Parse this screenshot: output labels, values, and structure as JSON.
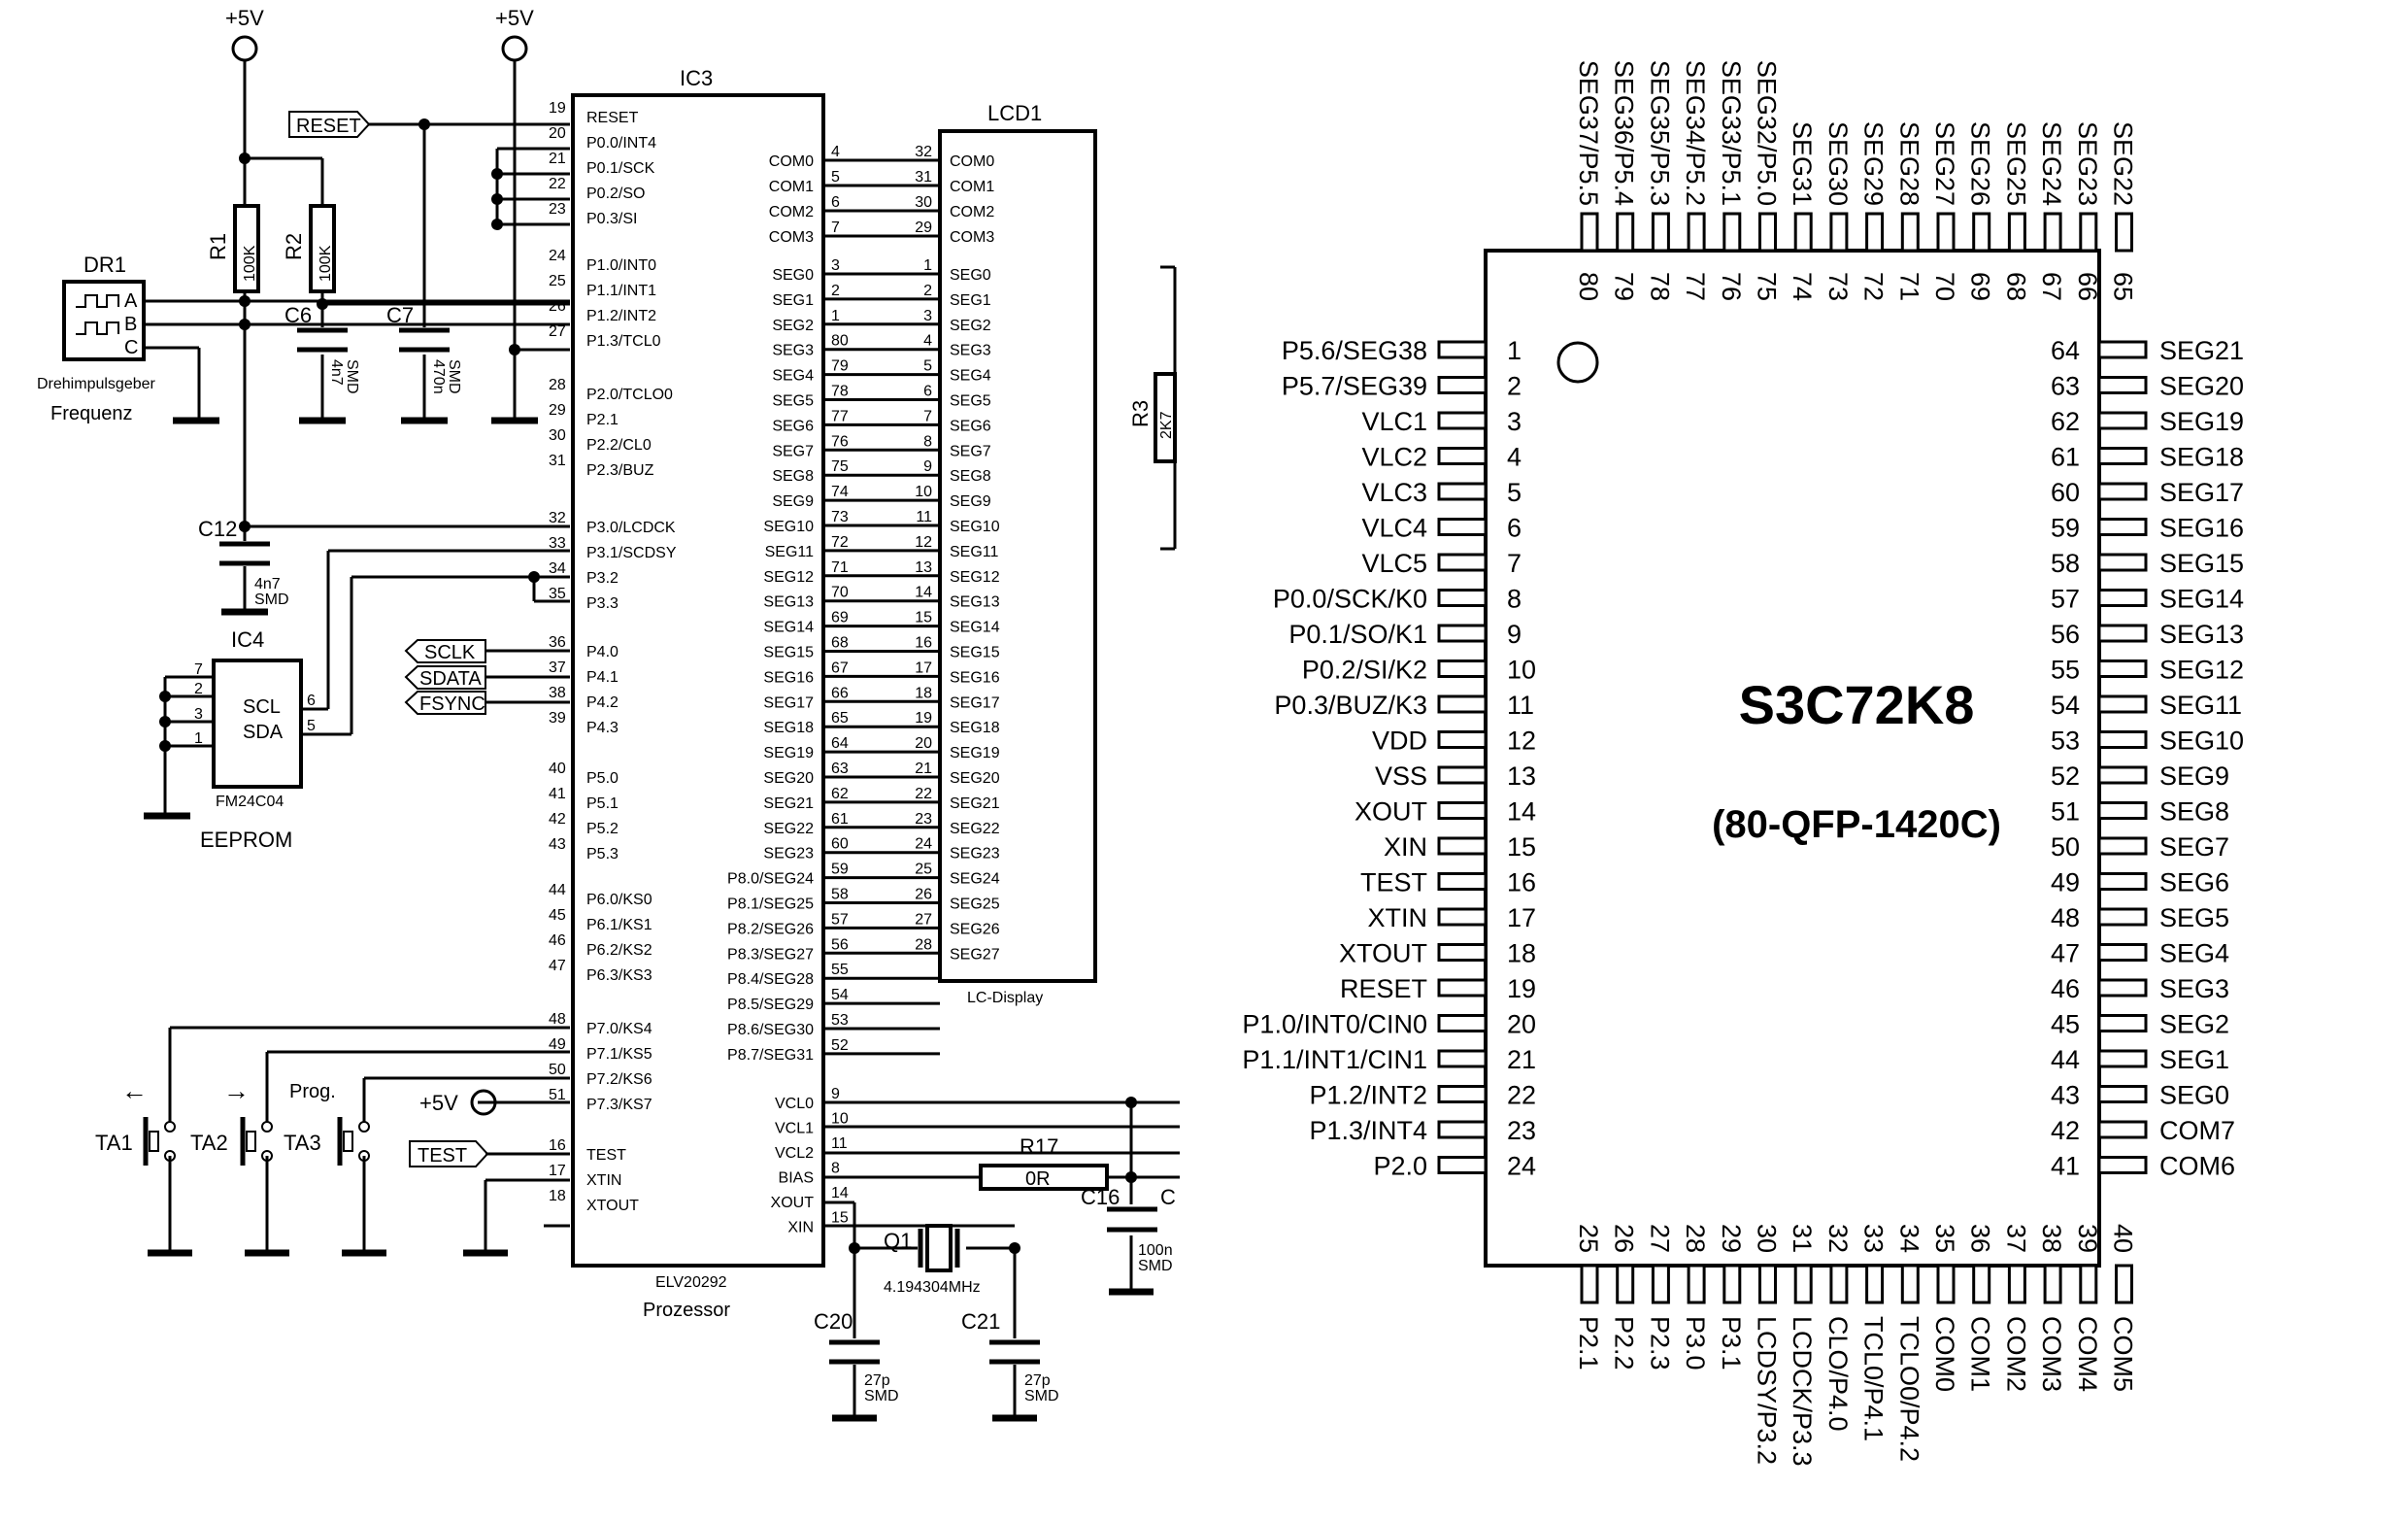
{
  "left": {
    "supply": [
      "+5V",
      "+5V",
      "+5V"
    ],
    "reset_flag": "RESET",
    "sclk_flag": "SCLK",
    "sdata_flag": "SDATA",
    "fsync_flag": "FSYNC",
    "test_flag": "TEST",
    "dr1": {
      "ref": "DR1",
      "desc1": "Drehimpulsgeber",
      "desc2": "Frequenz",
      "pins": [
        "A",
        "B",
        "C"
      ]
    },
    "r1": {
      "ref": "R1",
      "value": "100K"
    },
    "r2": {
      "ref": "R2",
      "value": "100K"
    },
    "c6": {
      "ref": "C6",
      "value": "4n7",
      "pkg": "SMD"
    },
    "c7": {
      "ref": "C7",
      "value": "470n",
      "pkg": "SMD"
    },
    "c12": {
      "ref": "C12",
      "value": "4n7",
      "pkg": "SMD"
    },
    "ic4": {
      "ref": "IC4",
      "part": "FM24C04",
      "name": "EEPROM",
      "pin_scl": "SCL",
      "pin_sda": "SDA",
      "pins_left": [
        "7",
        "2",
        "3",
        "1"
      ],
      "pin6": "6",
      "pin5": "5"
    },
    "keys": {
      "left_arrow": "←",
      "right_arrow": "→",
      "prog": "Prog.",
      "ta1": "TA1",
      "ta2": "TA2",
      "ta3": "TA3"
    },
    "ic3": {
      "ref": "IC3",
      "part": "ELV20292",
      "name": "Prozessor",
      "left_pins": [
        {
          "n": "19",
          "l": "RESET"
        },
        {
          "n": "20",
          "l": "P0.0/INT4"
        },
        {
          "n": "21",
          "l": "P0.1/SCK"
        },
        {
          "n": "22",
          "l": "P0.2/SO"
        },
        {
          "n": "23",
          "l": "P0.3/SI"
        },
        {
          "n": "24",
          "l": "P1.0/INT0"
        },
        {
          "n": "25",
          "l": "P1.1/INT1"
        },
        {
          "n": "26",
          "l": "P1.2/INT2"
        },
        {
          "n": "27",
          "l": "P1.3/TCL0"
        },
        {
          "n": "28",
          "l": "P2.0/TCLO0"
        },
        {
          "n": "29",
          "l": "P2.1"
        },
        {
          "n": "30",
          "l": "P2.2/CL0"
        },
        {
          "n": "31",
          "l": "P2.3/BUZ"
        },
        {
          "n": "32",
          "l": "P3.0/LCDCK"
        },
        {
          "n": "33",
          "l": "P3.1/SCDSY"
        },
        {
          "n": "34",
          "l": "P3.2"
        },
        {
          "n": "35",
          "l": "P3.3"
        },
        {
          "n": "36",
          "l": "P4.0"
        },
        {
          "n": "37",
          "l": "P4.1"
        },
        {
          "n": "38",
          "l": "P4.2"
        },
        {
          "n": "39",
          "l": "P4.3"
        },
        {
          "n": "40",
          "l": "P5.0"
        },
        {
          "n": "41",
          "l": "P5.1"
        },
        {
          "n": "42",
          "l": "P5.2"
        },
        {
          "n": "43",
          "l": "P5.3"
        },
        {
          "n": "44",
          "l": "P6.0/KS0"
        },
        {
          "n": "45",
          "l": "P6.1/KS1"
        },
        {
          "n": "46",
          "l": "P6.2/KS2"
        },
        {
          "n": "47",
          "l": "P6.3/KS3"
        },
        {
          "n": "48",
          "l": "P7.0/KS4"
        },
        {
          "n": "49",
          "l": "P7.1/KS5"
        },
        {
          "n": "50",
          "l": "P7.2/KS6"
        },
        {
          "n": "51",
          "l": "P7.3/KS7"
        },
        {
          "n": "16",
          "l": "TEST"
        },
        {
          "n": "17",
          "l": "XTIN"
        },
        {
          "n": "18",
          "l": "XTOUT"
        }
      ],
      "right_pins": [
        {
          "n": "4",
          "l": "COM0"
        },
        {
          "n": "5",
          "l": "COM1"
        },
        {
          "n": "6",
          "l": "COM2"
        },
        {
          "n": "7",
          "l": "COM3"
        },
        {
          "n": "3",
          "l": "SEG0"
        },
        {
          "n": "2",
          "l": "SEG1"
        },
        {
          "n": "1",
          "l": "SEG2"
        },
        {
          "n": "80",
          "l": "SEG3"
        },
        {
          "n": "79",
          "l": "SEG4"
        },
        {
          "n": "78",
          "l": "SEG5"
        },
        {
          "n": "77",
          "l": "SEG6"
        },
        {
          "n": "76",
          "l": "SEG7"
        },
        {
          "n": "75",
          "l": "SEG8"
        },
        {
          "n": "74",
          "l": "SEG9"
        },
        {
          "n": "73",
          "l": "SEG10"
        },
        {
          "n": "72",
          "l": "SEG11"
        },
        {
          "n": "71",
          "l": "SEG12"
        },
        {
          "n": "70",
          "l": "SEG13"
        },
        {
          "n": "69",
          "l": "SEG14"
        },
        {
          "n": "68",
          "l": "SEG15"
        },
        {
          "n": "67",
          "l": "SEG16"
        },
        {
          "n": "66",
          "l": "SEG17"
        },
        {
          "n": "65",
          "l": "SEG18"
        },
        {
          "n": "64",
          "l": "SEG19"
        },
        {
          "n": "63",
          "l": "SEG20"
        },
        {
          "n": "62",
          "l": "SEG21"
        },
        {
          "n": "61",
          "l": "SEG22"
        },
        {
          "n": "60",
          "l": "SEG23"
        },
        {
          "n": "59",
          "l": "P8.0/SEG24"
        },
        {
          "n": "58",
          "l": "P8.1/SEG25"
        },
        {
          "n": "57",
          "l": "P8.2/SEG26"
        },
        {
          "n": "56",
          "l": "P8.3/SEG27"
        },
        {
          "n": "55",
          "l": "P8.4/SEG28"
        },
        {
          "n": "54",
          "l": "P8.5/SEG29"
        },
        {
          "n": "53",
          "l": "P8.6/SEG30"
        },
        {
          "n": "52",
          "l": "P8.7/SEG31"
        },
        {
          "n": "9",
          "l": "VCL0"
        },
        {
          "n": "10",
          "l": "VCL1"
        },
        {
          "n": "11",
          "l": "VCL2"
        },
        {
          "n": "8",
          "l": "BIAS"
        },
        {
          "n": "14",
          "l": "XOUT"
        },
        {
          "n": "15",
          "l": "XIN"
        }
      ]
    },
    "lcd1": {
      "ref": "LCD1",
      "part": "LC-Display",
      "pins": [
        {
          "n": "32",
          "l": "COM0"
        },
        {
          "n": "31",
          "l": "COM1"
        },
        {
          "n": "30",
          "l": "COM2"
        },
        {
          "n": "29",
          "l": "COM3"
        },
        {
          "n": "1",
          "l": "SEG0"
        },
        {
          "n": "2",
          "l": "SEG1"
        },
        {
          "n": "3",
          "l": "SEG2"
        },
        {
          "n": "4",
          "l": "SEG3"
        },
        {
          "n": "5",
          "l": "SEG4"
        },
        {
          "n": "6",
          "l": "SEG5"
        },
        {
          "n": "7",
          "l": "SEG6"
        },
        {
          "n": "8",
          "l": "SEG7"
        },
        {
          "n": "9",
          "l": "SEG8"
        },
        {
          "n": "10",
          "l": "SEG9"
        },
        {
          "n": "11",
          "l": "SEG10"
        },
        {
          "n": "12",
          "l": "SEG11"
        },
        {
          "n": "13",
          "l": "SEG12"
        },
        {
          "n": "14",
          "l": "SEG13"
        },
        {
          "n": "15",
          "l": "SEG14"
        },
        {
          "n": "16",
          "l": "SEG15"
        },
        {
          "n": "17",
          "l": "SEG16"
        },
        {
          "n": "18",
          "l": "SEG17"
        },
        {
          "n": "19",
          "l": "SEG18"
        },
        {
          "n": "20",
          "l": "SEG19"
        },
        {
          "n": "21",
          "l": "SEG20"
        },
        {
          "n": "22",
          "l": "SEG21"
        },
        {
          "n": "23",
          "l": "SEG22"
        },
        {
          "n": "24",
          "l": "SEG23"
        },
        {
          "n": "25",
          "l": "SEG24"
        },
        {
          "n": "26",
          "l": "SEG25"
        },
        {
          "n": "27",
          "l": "SEG26"
        },
        {
          "n": "28",
          "l": "SEG27"
        }
      ]
    },
    "r17": {
      "ref": "R17",
      "value": "0R"
    },
    "c16": {
      "ref": "C16",
      "value": "100n",
      "pkg": "SMD",
      "partial": "C"
    },
    "r3": {
      "ref": "R3",
      "value": "2K7"
    },
    "q1": {
      "ref": "Q1",
      "value": "4.194304MHz"
    },
    "c20": {
      "ref": "C20",
      "value": "27p",
      "pkg": "SMD"
    },
    "c21": {
      "ref": "C21",
      "value": "27p",
      "pkg": "SMD"
    }
  },
  "right": {
    "chip_name": "S3C72K8",
    "package": "(80-QFP-1420C)",
    "left_side": [
      {
        "n": "1",
        "l": "P5.6/SEG38"
      },
      {
        "n": "2",
        "l": "P5.7/SEG39"
      },
      {
        "n": "3",
        "l": "VLC1"
      },
      {
        "n": "4",
        "l": "VLC2"
      },
      {
        "n": "5",
        "l": "VLC3"
      },
      {
        "n": "6",
        "l": "VLC4"
      },
      {
        "n": "7",
        "l": "VLC5"
      },
      {
        "n": "8",
        "l": "P0.0/SCK/K0"
      },
      {
        "n": "9",
        "l": "P0.1/SO/K1"
      },
      {
        "n": "10",
        "l": "P0.2/SI/K2"
      },
      {
        "n": "11",
        "l": "P0.3/BUZ/K3"
      },
      {
        "n": "12",
        "l": "VDD"
      },
      {
        "n": "13",
        "l": "VSS"
      },
      {
        "n": "14",
        "l": "XOUT"
      },
      {
        "n": "15",
        "l": "XIN"
      },
      {
        "n": "16",
        "l": "TEST"
      },
      {
        "n": "17",
        "l": "XTIN"
      },
      {
        "n": "18",
        "l": "XTOUT"
      },
      {
        "n": "19",
        "l": "RESET"
      },
      {
        "n": "20",
        "l": "P1.0/INT0/CIN0"
      },
      {
        "n": "21",
        "l": "P1.1/INT1/CIN1"
      },
      {
        "n": "22",
        "l": "P1.2/INT2"
      },
      {
        "n": "23",
        "l": "P1.3/INT4"
      },
      {
        "n": "24",
        "l": "P2.0"
      }
    ],
    "right_side": [
      {
        "n": "64",
        "l": "SEG21"
      },
      {
        "n": "63",
        "l": "SEG20"
      },
      {
        "n": "62",
        "l": "SEG19"
      },
      {
        "n": "61",
        "l": "SEG18"
      },
      {
        "n": "60",
        "l": "SEG17"
      },
      {
        "n": "59",
        "l": "SEG16"
      },
      {
        "n": "58",
        "l": "SEG15"
      },
      {
        "n": "57",
        "l": "SEG14"
      },
      {
        "n": "56",
        "l": "SEG13"
      },
      {
        "n": "55",
        "l": "SEG12"
      },
      {
        "n": "54",
        "l": "SEG11"
      },
      {
        "n": "53",
        "l": "SEG10"
      },
      {
        "n": "52",
        "l": "SEG9"
      },
      {
        "n": "51",
        "l": "SEG8"
      },
      {
        "n": "50",
        "l": "SEG7"
      },
      {
        "n": "49",
        "l": "SEG6"
      },
      {
        "n": "48",
        "l": "SEG5"
      },
      {
        "n": "47",
        "l": "SEG4"
      },
      {
        "n": "46",
        "l": "SEG3"
      },
      {
        "n": "45",
        "l": "SEG2"
      },
      {
        "n": "44",
        "l": "SEG1"
      },
      {
        "n": "43",
        "l": "SEG0"
      },
      {
        "n": "42",
        "l": "COM7"
      },
      {
        "n": "41",
        "l": "COM6"
      }
    ],
    "top_side": [
      {
        "n": "80",
        "l": "SEG37/P5.5"
      },
      {
        "n": "79",
        "l": "SEG36/P5.4"
      },
      {
        "n": "78",
        "l": "SEG35/P5.3"
      },
      {
        "n": "77",
        "l": "SEG34/P5.2"
      },
      {
        "n": "76",
        "l": "SEG33/P5.1"
      },
      {
        "n": "75",
        "l": "SEG32/P5.0"
      },
      {
        "n": "74",
        "l": "SEG31"
      },
      {
        "n": "73",
        "l": "SEG30"
      },
      {
        "n": "72",
        "l": "SEG29"
      },
      {
        "n": "71",
        "l": "SEG28"
      },
      {
        "n": "70",
        "l": "SEG27"
      },
      {
        "n": "69",
        "l": "SEG26"
      },
      {
        "n": "68",
        "l": "SEG25"
      },
      {
        "n": "67",
        "l": "SEG24"
      },
      {
        "n": "66",
        "l": "SEG23"
      },
      {
        "n": "65",
        "l": "SEG22"
      }
    ],
    "bottom_side": [
      {
        "n": "25",
        "l": "P2.1"
      },
      {
        "n": "26",
        "l": "P2.2"
      },
      {
        "n": "27",
        "l": "P2.3"
      },
      {
        "n": "28",
        "l": "P3.0"
      },
      {
        "n": "29",
        "l": "P3.1"
      },
      {
        "n": "30",
        "l": "LCDSY/P3.2"
      },
      {
        "n": "31",
        "l": "LCDCK/P3.3"
      },
      {
        "n": "32",
        "l": "CLO/P4.0"
      },
      {
        "n": "33",
        "l": "TCL0/P4.1"
      },
      {
        "n": "34",
        "l": "TCLO0/P4.2"
      },
      {
        "n": "35",
        "l": "COM0"
      },
      {
        "n": "36",
        "l": "COM1"
      },
      {
        "n": "37",
        "l": "COM2"
      },
      {
        "n": "38",
        "l": "COM3"
      },
      {
        "n": "39",
        "l": "COM4"
      },
      {
        "n": "40",
        "l": "COM5"
      }
    ]
  }
}
